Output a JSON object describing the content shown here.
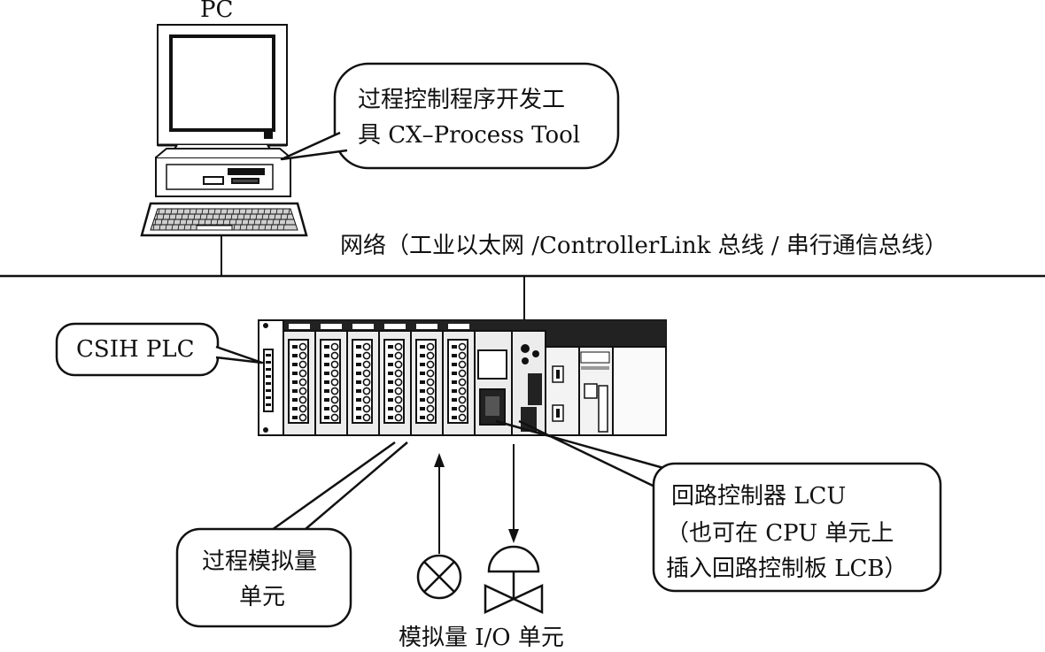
{
  "pc_label": "PC",
  "pc_callout": {
    "line1": "过程控制程序开发工",
    "line2": "具 CX–Process Tool"
  },
  "network_label": "网络（工业以太网 /ControllerLink 总线 / 串行通信总线）",
  "plc_label": "CSIH PLC",
  "lcu_callout": {
    "line1": "回路控制器 LCU",
    "line2": "（也可在 CPU 单元上",
    "line3": "插入回路控制板 LCB）"
  },
  "analog_unit_callout": {
    "line1": "过程模拟量",
    "line2": "单元"
  },
  "io_label": "模拟量 I/O 单元",
  "colors": {
    "line": "#111111",
    "background": "#ffffff",
    "module_fill": "#e9e9e9",
    "dark_fill": "#222222"
  },
  "icons": [
    "pc-icon",
    "sensor-icon",
    "valve-icon",
    "plc-rack-icon"
  ]
}
